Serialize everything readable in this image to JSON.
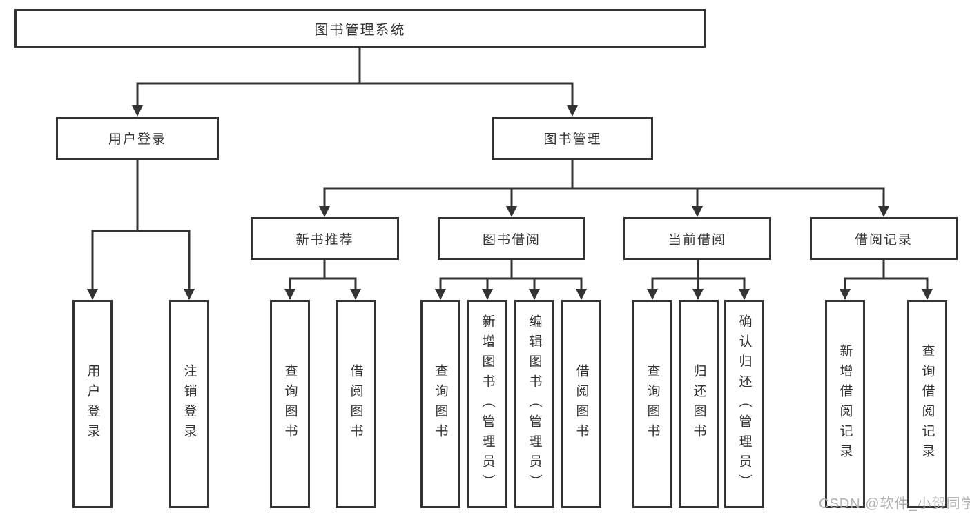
{
  "diagram": {
    "title": "图书管理系统",
    "branches": {
      "user_login": {
        "label": "用户登录",
        "children": {
          "login": "用户登录",
          "logout": "注销登录"
        }
      },
      "book_management": {
        "label": "图书管理",
        "sections": {
          "new_book": {
            "label": "新书推荐",
            "children": {
              "query": "查询图书",
              "borrow": "借阅图书"
            }
          },
          "borrow": {
            "label": "图书借阅",
            "children": {
              "query": "查询图书",
              "add": "新增图书（管理员）",
              "edit": "编辑图书（管理员）",
              "borrow": "借阅图书"
            }
          },
          "current": {
            "label": "当前借阅",
            "children": {
              "query": "查询图书",
              "return": "归还图书",
              "confirm": "确认归还（管理员）"
            }
          },
          "records": {
            "label": "借阅记录",
            "children": {
              "add": "新增借阅记录",
              "query": "查询借阅记录"
            }
          }
        }
      }
    },
    "watermark": "CSDN @软件_小贺同学",
    "colors": {
      "line": "#333333",
      "box_background": "#ffffff",
      "text": "#333333",
      "watermark": "#b3b0b0"
    }
  }
}
